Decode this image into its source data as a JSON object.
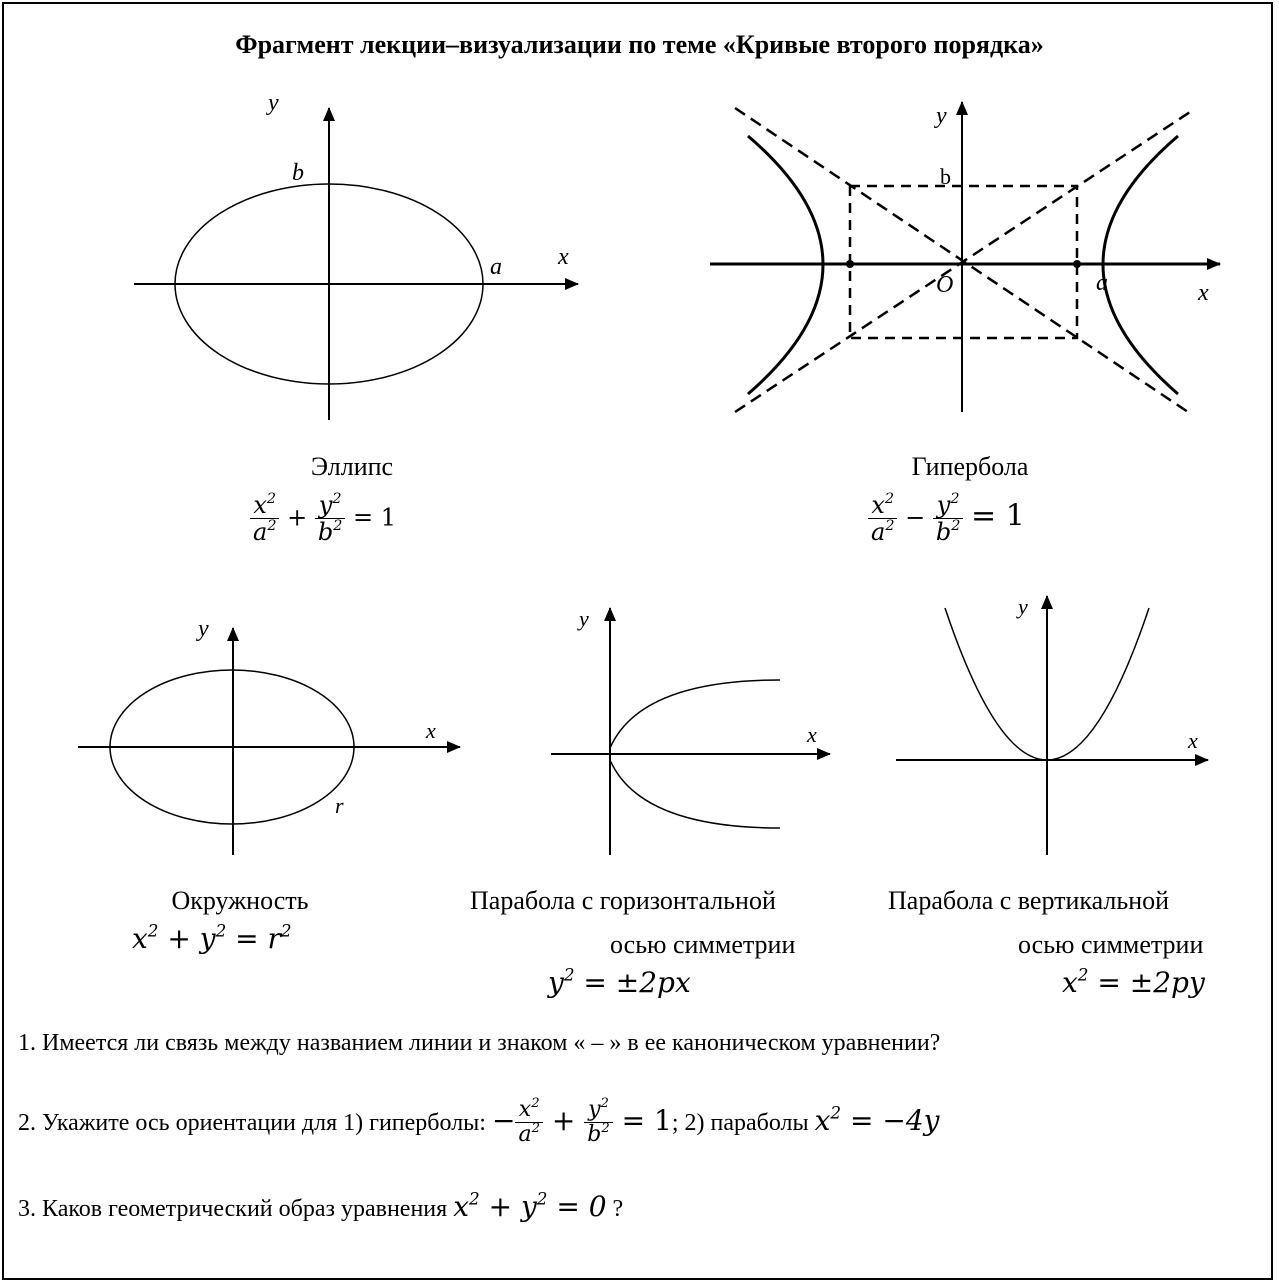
{
  "title": "Фрагмент лекции–визуализации по теме «Кривые второго порядка»",
  "figures": {
    "ellipse": {
      "name": "Эллипс",
      "labels": {
        "x": "x",
        "y": "y",
        "a": "a",
        "b": "b"
      },
      "equation": {
        "frac1_num": "x",
        "frac1_den": "a",
        "op": "+",
        "frac2_num": "y",
        "frac2_den": "b",
        "rhs": "= 1",
        "power": "2"
      }
    },
    "hyperbola": {
      "name": "Гипербола",
      "labels": {
        "x": "x",
        "y": "y",
        "a": "a",
        "b": "b",
        "o": "O"
      },
      "equation": {
        "frac1_num": "x",
        "frac1_den": "a",
        "op": "−",
        "frac2_num": "y",
        "frac2_den": "b",
        "rhs": "= 1",
        "power": "2"
      }
    },
    "circle": {
      "name": "Окружность",
      "labels": {
        "x": "x",
        "y": "y",
        "r": "r"
      },
      "equation": {
        "lhs": "x",
        "plus": "+ y",
        "eq": "= r",
        "power": "2"
      }
    },
    "parabola_h": {
      "name_line1": "Парабола с горизонтальной",
      "name_line2": "осью симметрии",
      "labels": {
        "x": "x",
        "y": "y"
      },
      "equation": {
        "lhs": "y",
        "rhs": "= ±2px",
        "power": "2"
      }
    },
    "parabola_v": {
      "name_line1": "Парабола с вертикальной",
      "name_line2": "осью симметрии",
      "labels": {
        "x": "x",
        "y": "y"
      },
      "equation": {
        "lhs": "x",
        "rhs": "= ±2py",
        "power": "2"
      }
    }
  },
  "questions": {
    "q1": "1. Имеется ли связь между названием линии и знаком « – » в ее каноническом уравнении?",
    "q2_text1": "2. Укажите ось ориентации для 1) гиперболы:",
    "q2_math1_sign": "−",
    "q2_math1_num1": "x",
    "q2_math1_den1": "a",
    "q2_math1_op": "+",
    "q2_math1_num2": "y",
    "q2_math1_den2": "b",
    "q2_math1_rhs": "= 1",
    "q2_text2": "; 2) параболы",
    "q2_math2_lhs": "x",
    "q2_math2_rhs": "= −4y",
    "q3_text": "3. Каков геометрический образ уравнения",
    "q3_math_lhs": "x",
    "q3_math_mid": "+ y",
    "q3_math_rhs": "= 0",
    "q3_end": "?",
    "power": "2"
  }
}
